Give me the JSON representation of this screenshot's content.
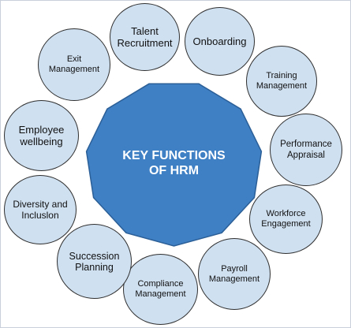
{
  "diagram": {
    "center_label": "KEY FUNCTIONS\nOF HRM",
    "colors": {
      "center_fill": "#3f7fc4",
      "center_stroke": "#2b5f97",
      "node_fill": "#cfe0f1",
      "node_border": "#2f2f2f",
      "frame_border": "#c9d0dc"
    },
    "nodes": [
      {
        "label": "Talent\nRecruitment"
      },
      {
        "label": "Onboarding"
      },
      {
        "label": "Training\nManagement"
      },
      {
        "label": "Performance\nAppraisal"
      },
      {
        "label": "Workforce\nEngagement"
      },
      {
        "label": "Payroll\nManagement"
      },
      {
        "label": "Compliance\nManagement"
      },
      {
        "label": "Succession\nPlanning"
      },
      {
        "label": "Diversity and\nIncluslon"
      },
      {
        "label": "Employee\nwellbeing"
      },
      {
        "label": "Exit\nManagement"
      }
    ]
  }
}
